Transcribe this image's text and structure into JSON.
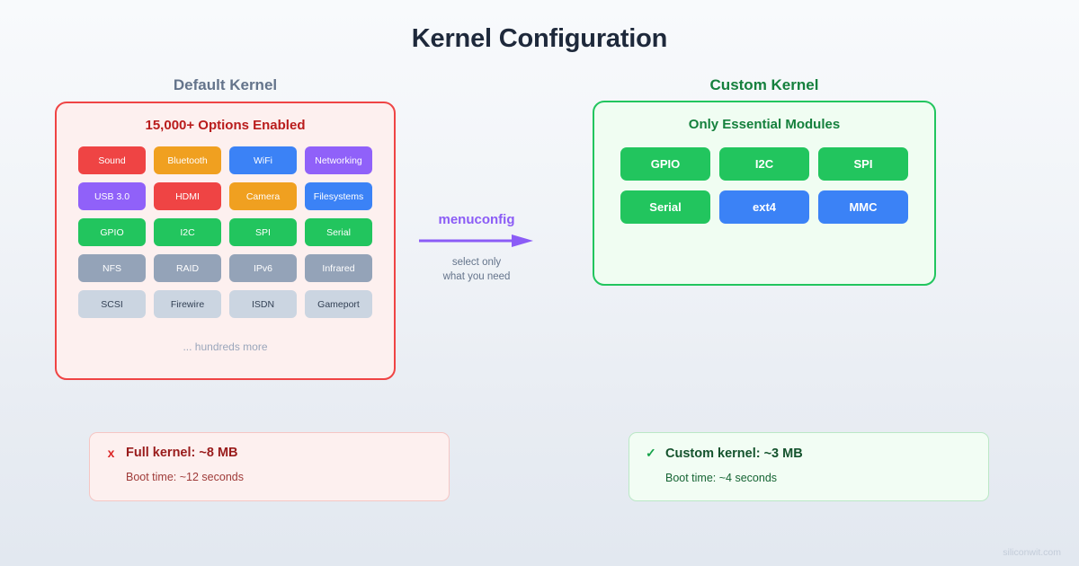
{
  "title": "Kernel Configuration",
  "left": {
    "heading": "Default Kernel",
    "panel_title": "15,000+ Options Enabled",
    "more_label": "... hundreds more",
    "chips": [
      {
        "label": "Sound",
        "color": "#ef4444",
        "text": "#ffffff"
      },
      {
        "label": "Bluetooth",
        "color": "#f0a020",
        "text": "#ffffff"
      },
      {
        "label": "WiFi",
        "color": "#3b82f6",
        "text": "#ffffff"
      },
      {
        "label": "Networking",
        "color": "#9061f9",
        "text": "#ffffff"
      },
      {
        "label": "USB 3.0",
        "color": "#9061f9",
        "text": "#ffffff"
      },
      {
        "label": "HDMI",
        "color": "#ef4444",
        "text": "#ffffff"
      },
      {
        "label": "Camera",
        "color": "#f0a020",
        "text": "#ffffff"
      },
      {
        "label": "Filesystems",
        "color": "#3b82f6",
        "text": "#ffffff"
      },
      {
        "label": "GPIO",
        "color": "#22c55e",
        "text": "#ffffff"
      },
      {
        "label": "I2C",
        "color": "#22c55e",
        "text": "#ffffff"
      },
      {
        "label": "SPI",
        "color": "#22c55e",
        "text": "#ffffff"
      },
      {
        "label": "Serial",
        "color": "#22c55e",
        "text": "#ffffff"
      },
      {
        "label": "NFS",
        "color": "#94a3b8",
        "text": "#ffffff"
      },
      {
        "label": "RAID",
        "color": "#94a3b8",
        "text": "#ffffff"
      },
      {
        "label": "IPv6",
        "color": "#94a3b8",
        "text": "#ffffff"
      },
      {
        "label": "Infrared",
        "color": "#94a3b8",
        "text": "#ffffff"
      },
      {
        "label": "SCSI",
        "color": "#cbd5e1",
        "text": "#334155"
      },
      {
        "label": "Firewire",
        "color": "#cbd5e1",
        "text": "#334155"
      },
      {
        "label": "ISDN",
        "color": "#cbd5e1",
        "text": "#334155"
      },
      {
        "label": "Gameport",
        "color": "#cbd5e1",
        "text": "#334155"
      }
    ]
  },
  "middle": {
    "label": "menuconfig",
    "sub_line1": "select only",
    "sub_line2": "what you need",
    "arrow_color": "#8b5cf6"
  },
  "right": {
    "heading": "Custom Kernel",
    "panel_title": "Only Essential Modules",
    "chips": [
      {
        "label": "GPIO",
        "color": "#22c55e",
        "text": "#ffffff"
      },
      {
        "label": "I2C",
        "color": "#22c55e",
        "text": "#ffffff"
      },
      {
        "label": "SPI",
        "color": "#22c55e",
        "text": "#ffffff"
      },
      {
        "label": "Serial",
        "color": "#22c55e",
        "text": "#ffffff"
      },
      {
        "label": "ext4",
        "color": "#3b82f6",
        "text": "#ffffff"
      },
      {
        "label": "MMC",
        "color": "#3b82f6",
        "text": "#ffffff"
      }
    ]
  },
  "summary": {
    "bad": {
      "mark": "x",
      "title": "Full kernel: ~8 MB",
      "sub": "Boot time: ~12 seconds"
    },
    "good": {
      "mark": "✓",
      "title": "Custom kernel: ~3 MB",
      "sub": "Boot time: ~4 seconds"
    }
  },
  "watermark": "siliconwit.com"
}
